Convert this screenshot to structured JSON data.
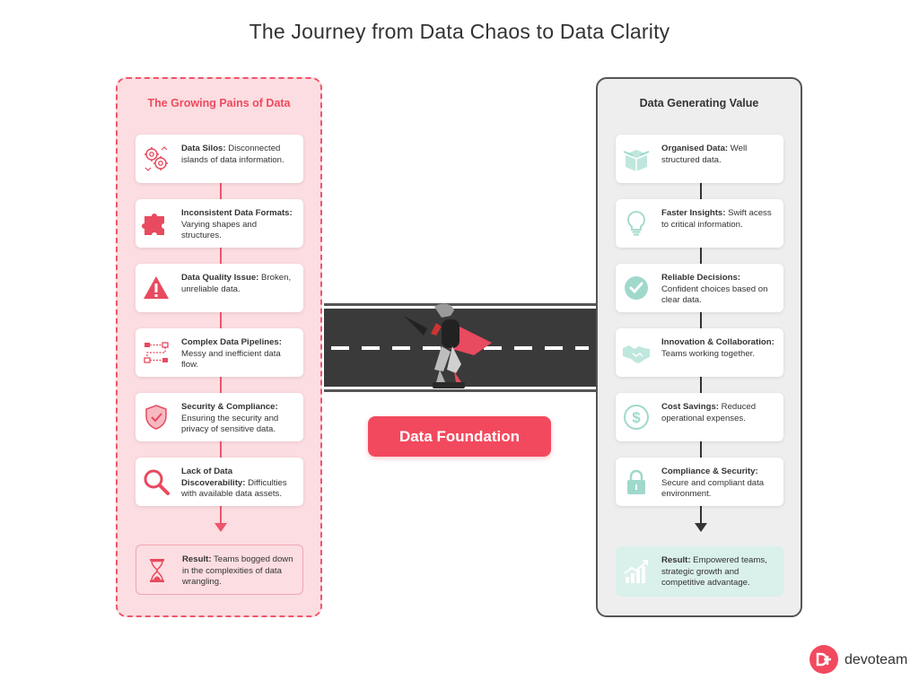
{
  "title": "The Journey from Data Chaos to Data Clarity",
  "left": {
    "heading": "The Growing Pains of Data",
    "items": [
      {
        "bold": "Data Silos:",
        "text": " Disconnected islands of data information.",
        "icon": "gears-icon"
      },
      {
        "bold": "Inconsistent Data Formats:",
        "text": " Varying shapes and  structures.",
        "icon": "puzzle-icon"
      },
      {
        "bold": "Data Quality Issue:",
        "text": " Broken, unreliable data.",
        "icon": "warning-icon"
      },
      {
        "bold": "Complex Data Pipelines:",
        "text": " Messy and inefficient data flow.",
        "icon": "pipeline-icon"
      },
      {
        "bold": "Security & Compliance:",
        "text": " Ensuring the security and privacy of sensitive data.",
        "icon": "shield-icon"
      },
      {
        "bold": "Lack of Data Discoverability:",
        "text": " Difficulties with available data assets.",
        "icon": "magnifier-icon"
      }
    ],
    "result": {
      "bold": "Result:",
      "text": " Teams bogged down in the complexities of data wrangling.",
      "icon": "hourglass-icon"
    }
  },
  "right": {
    "heading": "Data Generating Value",
    "items": [
      {
        "bold": "Organised Data:",
        "text": " Well structured data.",
        "icon": "box-icon"
      },
      {
        "bold": "Faster Insights:",
        "text": " Swift acess to critical information.",
        "icon": "lightbulb-icon"
      },
      {
        "bold": "Reliable Decisions:",
        "text": " Confident choices based on clear data.",
        "icon": "check-icon"
      },
      {
        "bold": "Innovation & Collaboration:",
        "text": " Teams working together.",
        "icon": "handshake-icon"
      },
      {
        "bold": "Cost Savings:",
        "text": " Reduced operational expenses.",
        "icon": "dollar-icon"
      },
      {
        "bold": "Compliance & Security:",
        "text": " Secure and compliant data environment.",
        "icon": "padlock-icon"
      }
    ],
    "result": {
      "bold": "Result:",
      "text": " Empowered teams, strategic growth and competitive advantage.",
      "icon": "growth-chart-icon"
    }
  },
  "bridge_label": "Data Foundation",
  "brand": "devoteam",
  "colors": {
    "accent": "#f2495e",
    "left_bg": "#fcdde1",
    "right_bg": "#eeeeee",
    "mint": "#9fd9cc"
  }
}
